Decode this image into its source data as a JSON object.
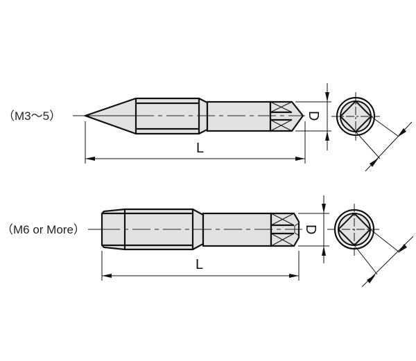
{
  "figures": [
    {
      "id": "small",
      "label": "（M3～5）",
      "length_label": "L",
      "diameter_label": "D"
    },
    {
      "id": "large",
      "label": "（M6 or More）",
      "length_label": "L",
      "diameter_label": "D"
    }
  ],
  "colors": {
    "line": "#111111",
    "fill": "#e2e2e2",
    "background": "#ffffff"
  }
}
